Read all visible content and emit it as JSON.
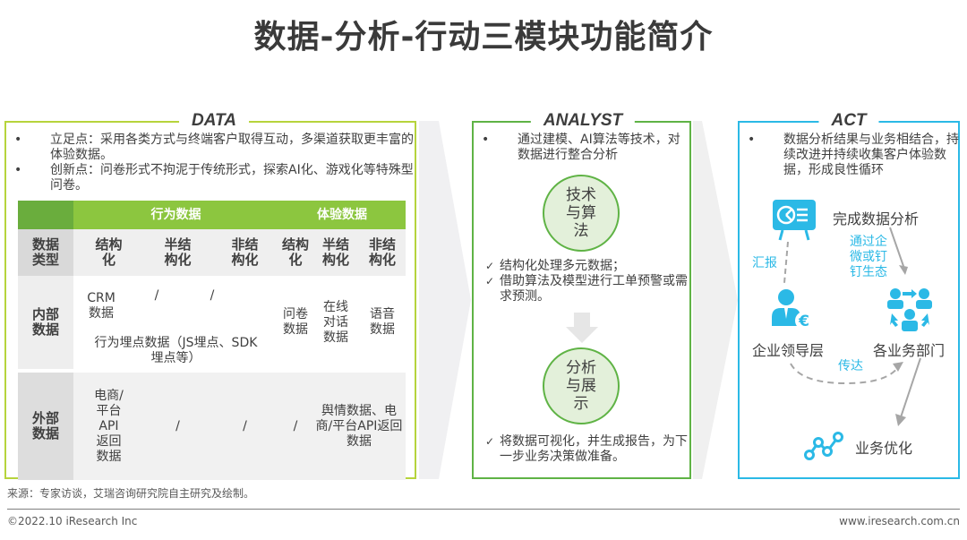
{
  "title": "数据-分析-行动三模块功能简介",
  "colors": {
    "data_border": "#b6d43c",
    "analyst_border": "#5fb345",
    "act_border": "#2bb9e6",
    "table_header": "#8cc63f",
    "table_corner": "#6aad3d",
    "circle_fill": "#e3f0da",
    "act_blue": "#2bb9e6"
  },
  "data_panel": {
    "label": "DATA",
    "bullets": [
      {
        "marker": "•",
        "text": "立足点：采用各类方式与终端客户取得互动，多渠道获取更丰富的体验数据。"
      },
      {
        "marker": "•",
        "text": "创新点：问卷形式不拘泥于传统形式，探索AI化、游戏化等特殊型问卷。"
      }
    ],
    "table": {
      "group_headers": [
        "行为数据",
        "体验数据"
      ],
      "row_header_title": "数据类型",
      "column_types": [
        "结构化",
        "半结构化",
        "非结构化",
        "结构化",
        "半结构化",
        "非结构化"
      ],
      "rows": [
        {
          "label": "内部数据",
          "cells": [
            "CRM数据",
            "/",
            "/",
            "问卷数据",
            "在线对话数据",
            "语音数据"
          ],
          "span_note": "行为埋点数据（JS埋点、SDK埋点等）"
        },
        {
          "label": "外部数据",
          "cells": [
            "电商/平台API返回数据",
            "/",
            "/",
            "/",
            "舆情数据、电商/平台API返回数据"
          ]
        }
      ]
    }
  },
  "analyst_panel": {
    "label": "ANALYST",
    "bullets": [
      {
        "marker": "•",
        "text": "通过建模、AI算法等技术，对数据进行整合分析"
      }
    ],
    "circle_1": "技术与算法",
    "checks_1": [
      {
        "marker": "✓",
        "text": "结构化处理多元数据；"
      },
      {
        "marker": "✓",
        "text": "借助算法及模型进行工单预警或需求预测。"
      }
    ],
    "circle_2": "分析与展示",
    "checks_2": [
      {
        "marker": "✓",
        "text": "将数据可视化，并生成报告，为下一步业务决策做准备。"
      }
    ]
  },
  "act_panel": {
    "label": "ACT",
    "bullets": [
      {
        "marker": "•",
        "text": "数据分析结果与业务相结合，持续改进并持续收集客户体验数据，形成良性循环"
      }
    ],
    "nodes": {
      "analysis": "完成数据分析",
      "leadership": "企业领导层",
      "departments": "各业务部门",
      "optimization": "业务优化"
    },
    "edges": {
      "report": "汇报",
      "via_channels": "通过企微或钉钉生态",
      "convey": "传达"
    }
  },
  "footer": {
    "source": "来源：专家访谈，艾瑞咨询研究院自主研究及绘制。",
    "copyright": "©2022.10 iResearch Inc",
    "website": "www.iresearch.com.cn"
  }
}
